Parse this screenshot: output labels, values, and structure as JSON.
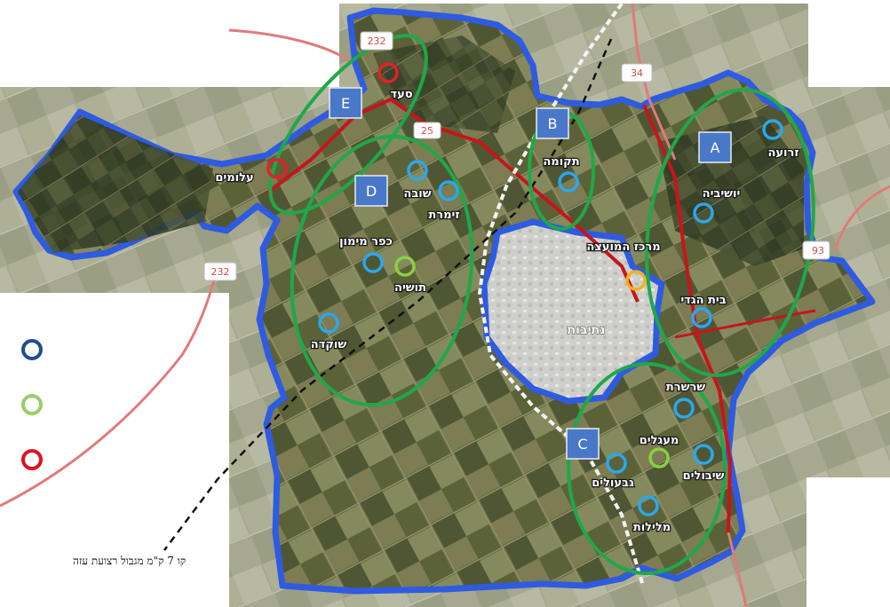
{
  "map": {
    "city": "נתיבות",
    "footnote": "קו 7 ק\"מ מגבול רצועת עזה",
    "zones": [
      "A",
      "B",
      "C",
      "D",
      "E"
    ],
    "roads": [
      "232",
      "34",
      "25",
      "232",
      "93"
    ],
    "settlements": [
      "זרועה",
      "יושיביה",
      "בית הגדי",
      "תקומה",
      "שובה",
      "זימרת",
      "כפר מימון",
      "תושיה",
      "שוקדה",
      "עלומים",
      "סעד",
      "שרשרת",
      "מעגלים",
      "שיבולים",
      "גבעולים",
      "מלילות",
      "מרכז המועצה"
    ],
    "legend_colors": {
      "blue": "#1f4e8c",
      "green": "#9acd6a",
      "red": "#e3101e"
    },
    "colors": {
      "border": "#2f5be0",
      "zone": "#1fa84a",
      "ring_blue": "#29a8ef",
      "ring_green": "#8ccf45",
      "ring_red": "#e5202a",
      "ring_orange": "#f2b21b",
      "zone_box": "#4a78c8",
      "road_local": "#c8141b",
      "road_regional": "#e07a7a"
    }
  }
}
